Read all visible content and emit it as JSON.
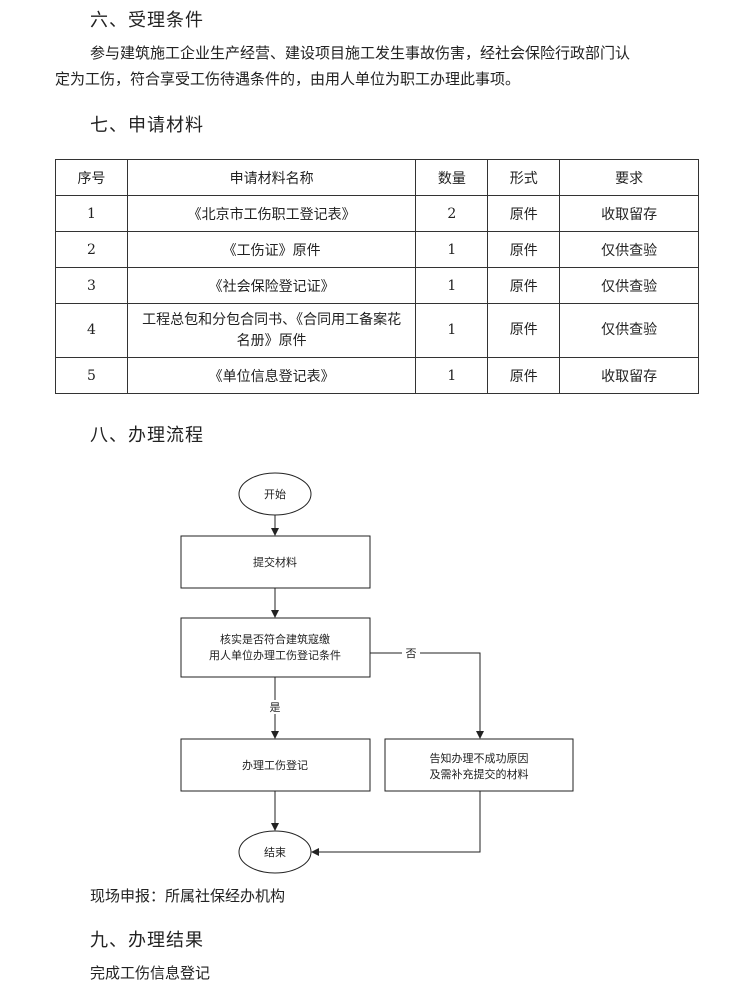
{
  "section6": {
    "heading": "六、受理条件",
    "para_line1": "参与建筑施工企业生产经营、建设项目施工发生事故伤害，经社会保险行政部门认",
    "para_line2": "定为工伤，符合享受工伤待遇条件的，由用人单位为职工办理此事项。"
  },
  "section7": {
    "heading": "七、申请材料",
    "table": {
      "headers": [
        "序号",
        "申请材料名称",
        "数量",
        "形式",
        "要求"
      ],
      "rows": [
        {
          "no": "1",
          "name": "《北京市工伤职工登记表》",
          "qty": "2",
          "form": "原件",
          "req": "收取留存"
        },
        {
          "no": "2",
          "name": "《工伤证》原件",
          "qty": "1",
          "form": "原件",
          "req": "仅供查验"
        },
        {
          "no": "3",
          "name": "《社会保险登记证》",
          "qty": "1",
          "form": "原件",
          "req": "仅供查验"
        },
        {
          "no": "4",
          "name_line1": "工程总包和分包合同书、《合同用工备案花",
          "name_line2": "名册》原件",
          "qty": "1",
          "form": "原件",
          "req": "仅供查验"
        },
        {
          "no": "5",
          "name": "《单位信息登记表》",
          "qty": "1",
          "form": "原件",
          "req": "收取留存"
        }
      ]
    }
  },
  "section8": {
    "heading": "八、办理流程",
    "flow": {
      "start": "开始",
      "submit": "提交材料",
      "check_line1": "核实是否符合建筑寇缴",
      "check_line2": "用人单位办理工伤登记条件",
      "no_label": "否",
      "yes_label": "是",
      "register": "办理工伤登记",
      "reject_line1": "告知办理不成功原因",
      "reject_line2": "及需补充提交的材料",
      "end": "结束"
    },
    "onsite": "现场申报：所属社保经办机构"
  },
  "section9": {
    "heading": "九、办理结果",
    "result": "完成工伤信息登记"
  }
}
